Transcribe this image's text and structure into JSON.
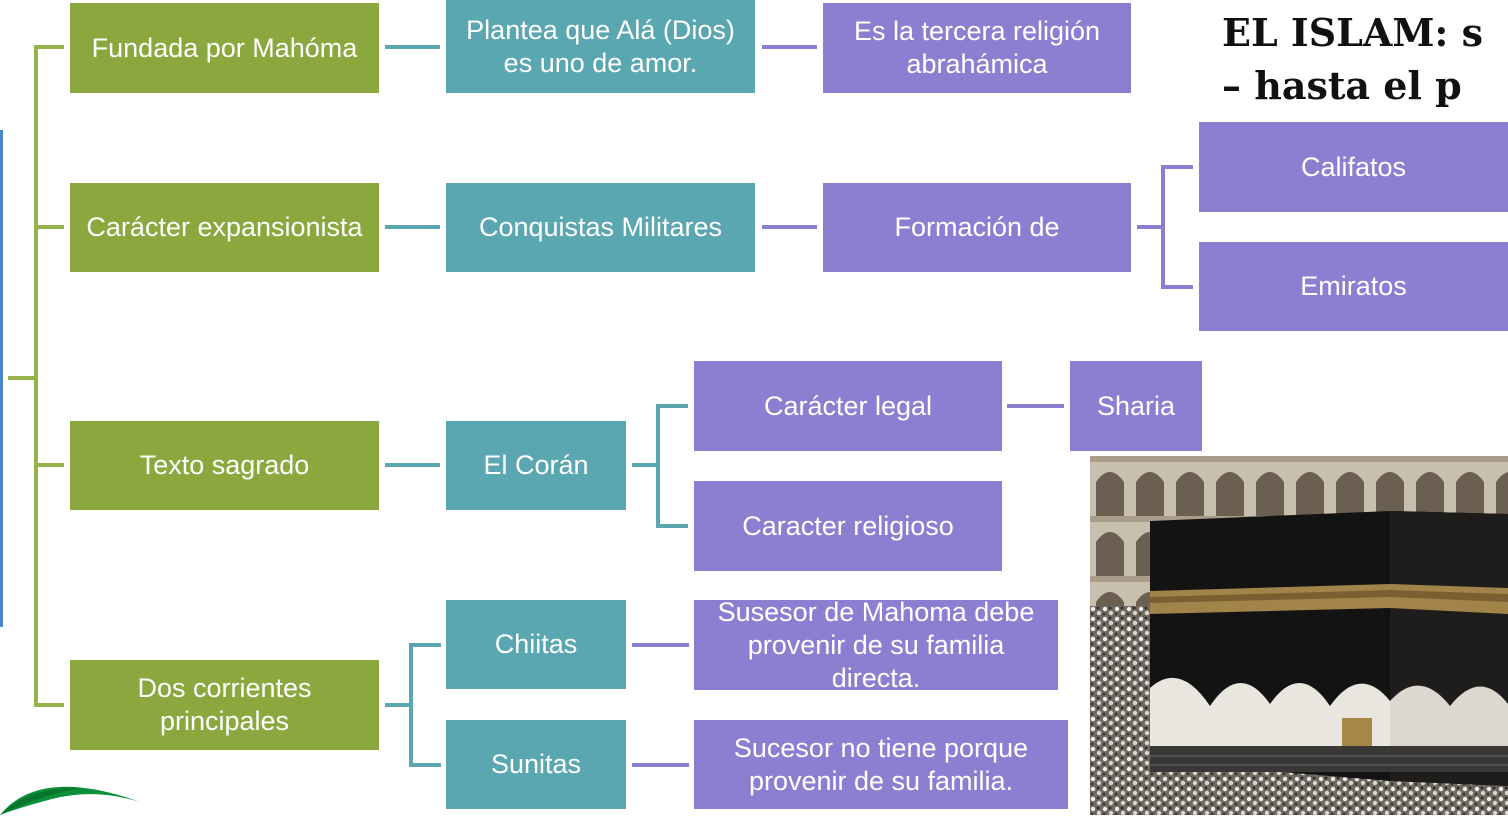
{
  "title": {
    "line1": "EL ISLAM: s",
    "line2": "– hasta el p"
  },
  "nodes": {
    "fundada": "Fundada por Mahóma",
    "caracter_expansionista": "Carácter expansionista",
    "texto_sagrado": "Texto sagrado",
    "dos_corrientes": "Dos corrientes principales",
    "plantea": "Plantea que Alá (Dios) es uno de amor.",
    "tercera": "Es la tercera religión abrahámica",
    "conquistas": "Conquistas Militares",
    "formacion": "Formación de",
    "califatos": "Califatos",
    "emiratos": "Emiratos",
    "coran": "El Corán",
    "caracter_legal": "Carácter legal",
    "sharia": "Sharia",
    "caracter_religioso": "Caracter religioso",
    "chiitas": "Chiitas",
    "sunitas": "Sunitas",
    "susesor": "Susesor de Mahoma debe provenir de su familia directa.",
    "sucesor": "Sucesor no tiene porque provenir de su familia."
  },
  "colors": {
    "green": "#8aa83d",
    "teal": "#5aa6b1",
    "purple": "#8a7fd1",
    "frame_blue": "#4a86c5"
  },
  "images": {
    "photo": "kaaba-photo",
    "logo": "green-swoosh-logo"
  }
}
